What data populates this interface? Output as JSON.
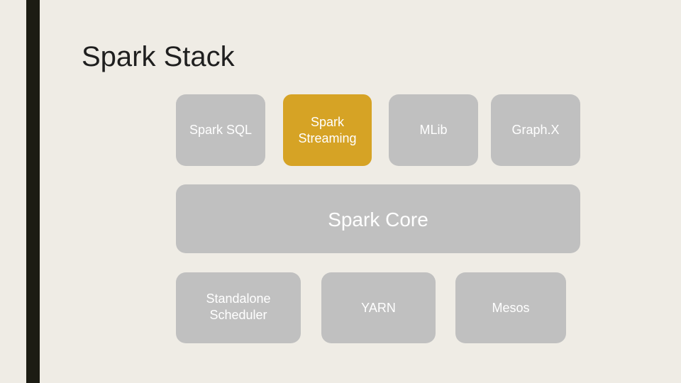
{
  "slide": {
    "title": "Spark Stack"
  },
  "colors": {
    "background": "#efece5",
    "side_bar": "#1c1c13",
    "block": "#c0c0c0",
    "highlight": "#d6a325",
    "text_on_block": "#ffffff"
  },
  "libraries": [
    {
      "label": "Spark SQL",
      "highlighted": false
    },
    {
      "label": "Spark\nStreaming",
      "highlighted": true
    },
    {
      "label": "MLib",
      "highlighted": false
    },
    {
      "label": "Graph.X",
      "highlighted": false
    }
  ],
  "core": {
    "label": "Spark Core"
  },
  "schedulers": [
    {
      "label": "Standalone\nScheduler"
    },
    {
      "label": "YARN"
    },
    {
      "label": "Mesos"
    }
  ]
}
